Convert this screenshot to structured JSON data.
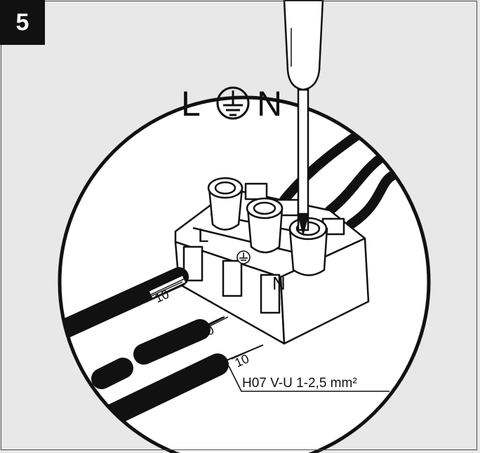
{
  "step_number": "5",
  "polarity": {
    "line": "L",
    "neutral": "N",
    "earth_symbol": "earth-ground-icon"
  },
  "terminal_labels": {
    "line": "L",
    "neutral": "N",
    "earth_symbol": "earth-ground-icon"
  },
  "strip_lengths": [
    "10",
    "10",
    "10"
  ],
  "cable_spec": "H07 V-U 1-2,5 mm²",
  "colors": {
    "background": "#e8e8e8",
    "badge": "#111111",
    "ink": "#1a1a1a",
    "paper": "#ffffff"
  }
}
